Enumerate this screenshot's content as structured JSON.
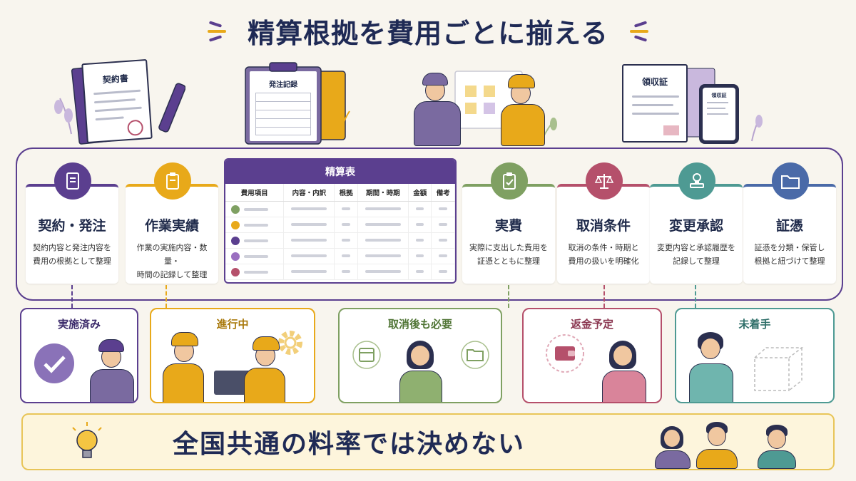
{
  "title": "精算根拠を費用ごとに揃える",
  "illustrations": {
    "contract_doc": "契約書",
    "order_record": "発注記録",
    "receipt": "領収証",
    "phone_receipt": "領収証"
  },
  "categories": [
    {
      "name": "契約・発注",
      "desc_1": "契約内容と発注内容を",
      "desc_2": "費用の根拠として整理",
      "color": "#5b3f8f"
    },
    {
      "name": "作業実績",
      "desc_1": "作業の実施内容・数量・",
      "desc_2": "時間の記録して整理",
      "color": "#e8a91a"
    },
    {
      "name": "実費",
      "desc_1": "実際に支出した費用を",
      "desc_2": "証憑とともに整理",
      "color": "#7fa062"
    },
    {
      "name": "取消条件",
      "desc_1": "取消の条件・時期と",
      "desc_2": "費用の扱いを明確化",
      "color": "#b5506b"
    },
    {
      "name": "変更承認",
      "desc_1": "変更内容と承認履歴を",
      "desc_2": "記録して整理",
      "color": "#4e9a93"
    },
    {
      "name": "証憑",
      "desc_1": "証憑を分類・保管し",
      "desc_2": "根拠と紐づけて整理",
      "color": "#4a6aa8"
    }
  ],
  "table": {
    "title": "精算表",
    "headers": [
      "費用項目",
      "内容・内訳",
      "根拠",
      "期間・時期",
      "金額",
      "備考"
    ],
    "row_colors": [
      "#7fa062",
      "#e8a91a",
      "#5b3f8f",
      "#9a6fc0",
      "#b5506b"
    ]
  },
  "statuses": [
    {
      "label": "実施済み",
      "color": "#5b3f8f"
    },
    {
      "label": "進行中",
      "color": "#e8a91a"
    },
    {
      "label": "取消後も必要",
      "color": "#7fa062"
    },
    {
      "label": "返金予定",
      "color": "#b5506b"
    },
    {
      "label": "未着手",
      "color": "#4e9a93"
    }
  ],
  "footer": {
    "text": "全国共通の料率では決めない"
  }
}
